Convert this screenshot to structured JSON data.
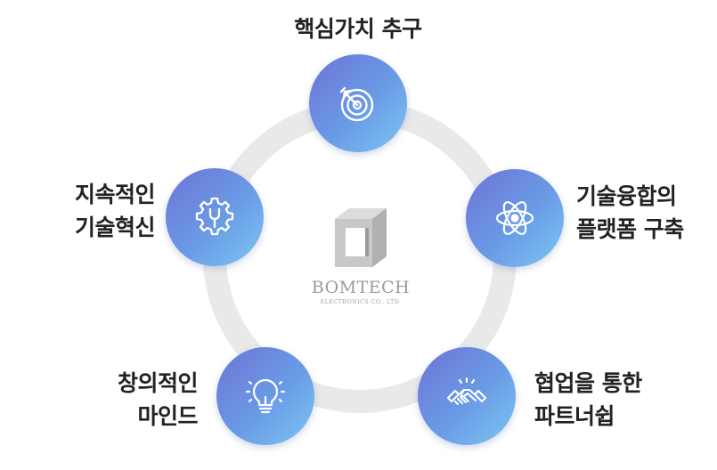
{
  "center_logo": {
    "name": "BOMTECH",
    "subtitle": "ELECTRONICS CO., LTD."
  },
  "nodes": [
    {
      "lines": [
        "핵심가치 추구"
      ],
      "icon": "target-icon"
    },
    {
      "lines": [
        "지속적인",
        "기술혁신"
      ],
      "icon": "gear-wrench-icon"
    },
    {
      "lines": [
        "기술융합의",
        "플랫폼 구축"
      ],
      "icon": "atom-icon"
    },
    {
      "lines": [
        "창의적인",
        "마인드"
      ],
      "icon": "lightbulb-icon"
    },
    {
      "lines": [
        "협업을 통한",
        "파트너쉽"
      ],
      "icon": "handshake-icon"
    }
  ],
  "colors": {
    "node_gradient": [
      "#6d73d6",
      "#6a9be6",
      "#7cc6f2"
    ],
    "ring": "#e9e9e9",
    "text": "#222222"
  }
}
